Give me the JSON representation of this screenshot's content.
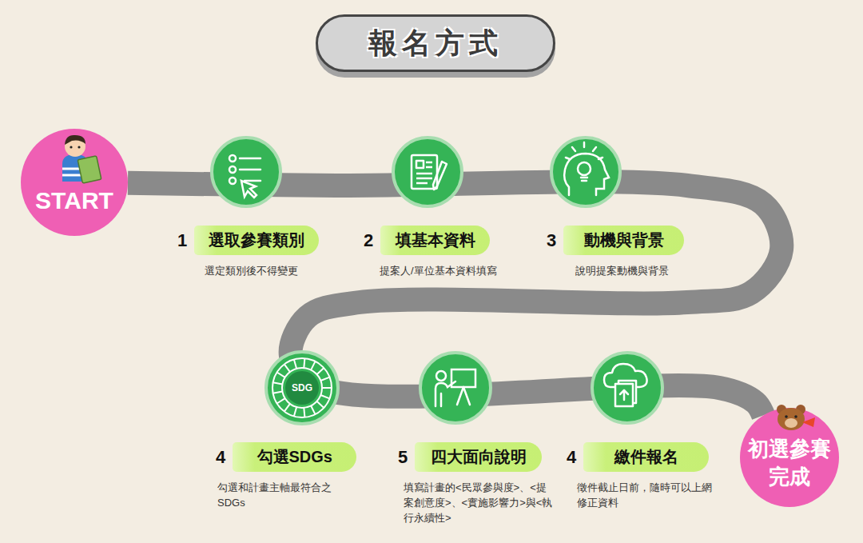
{
  "diagram": {
    "title": "報名方式",
    "nodes": [
      {
        "text": [
          "START"
        ]
      },
      {
        "text": [
          "1",
          "選取參賽類別",
          "選定類別後不得變更"
        ]
      },
      {
        "text": [
          "2",
          "填基本資料",
          "提案人/單位基本資料填寫"
        ]
      },
      {
        "text": [
          "3",
          "動機與背景",
          "說明提案動機與背景"
        ]
      },
      {
        "text": [
          "SDG"
        ]
      },
      {
        "text": [
          "4",
          "勾選SDGs",
          "勾選和計畫主軸最符合之SDGs"
        ]
      },
      {
        "text": [
          "5",
          "四大面向說明",
          "填寫計畫的<民眾參與度>、<提案創意度>、<實施影響力>與<執行永續性>"
        ]
      },
      {
        "text": [
          "4",
          "繳件報名",
          "徵件截止日前，隨時可以上網修正資料"
        ]
      },
      {
        "text": [
          "初選參賽 完成"
        ]
      }
    ],
    "edges": [
      {
        "from": 0,
        "to": 8,
        "arrow": "none"
      }
    ]
  }
}
